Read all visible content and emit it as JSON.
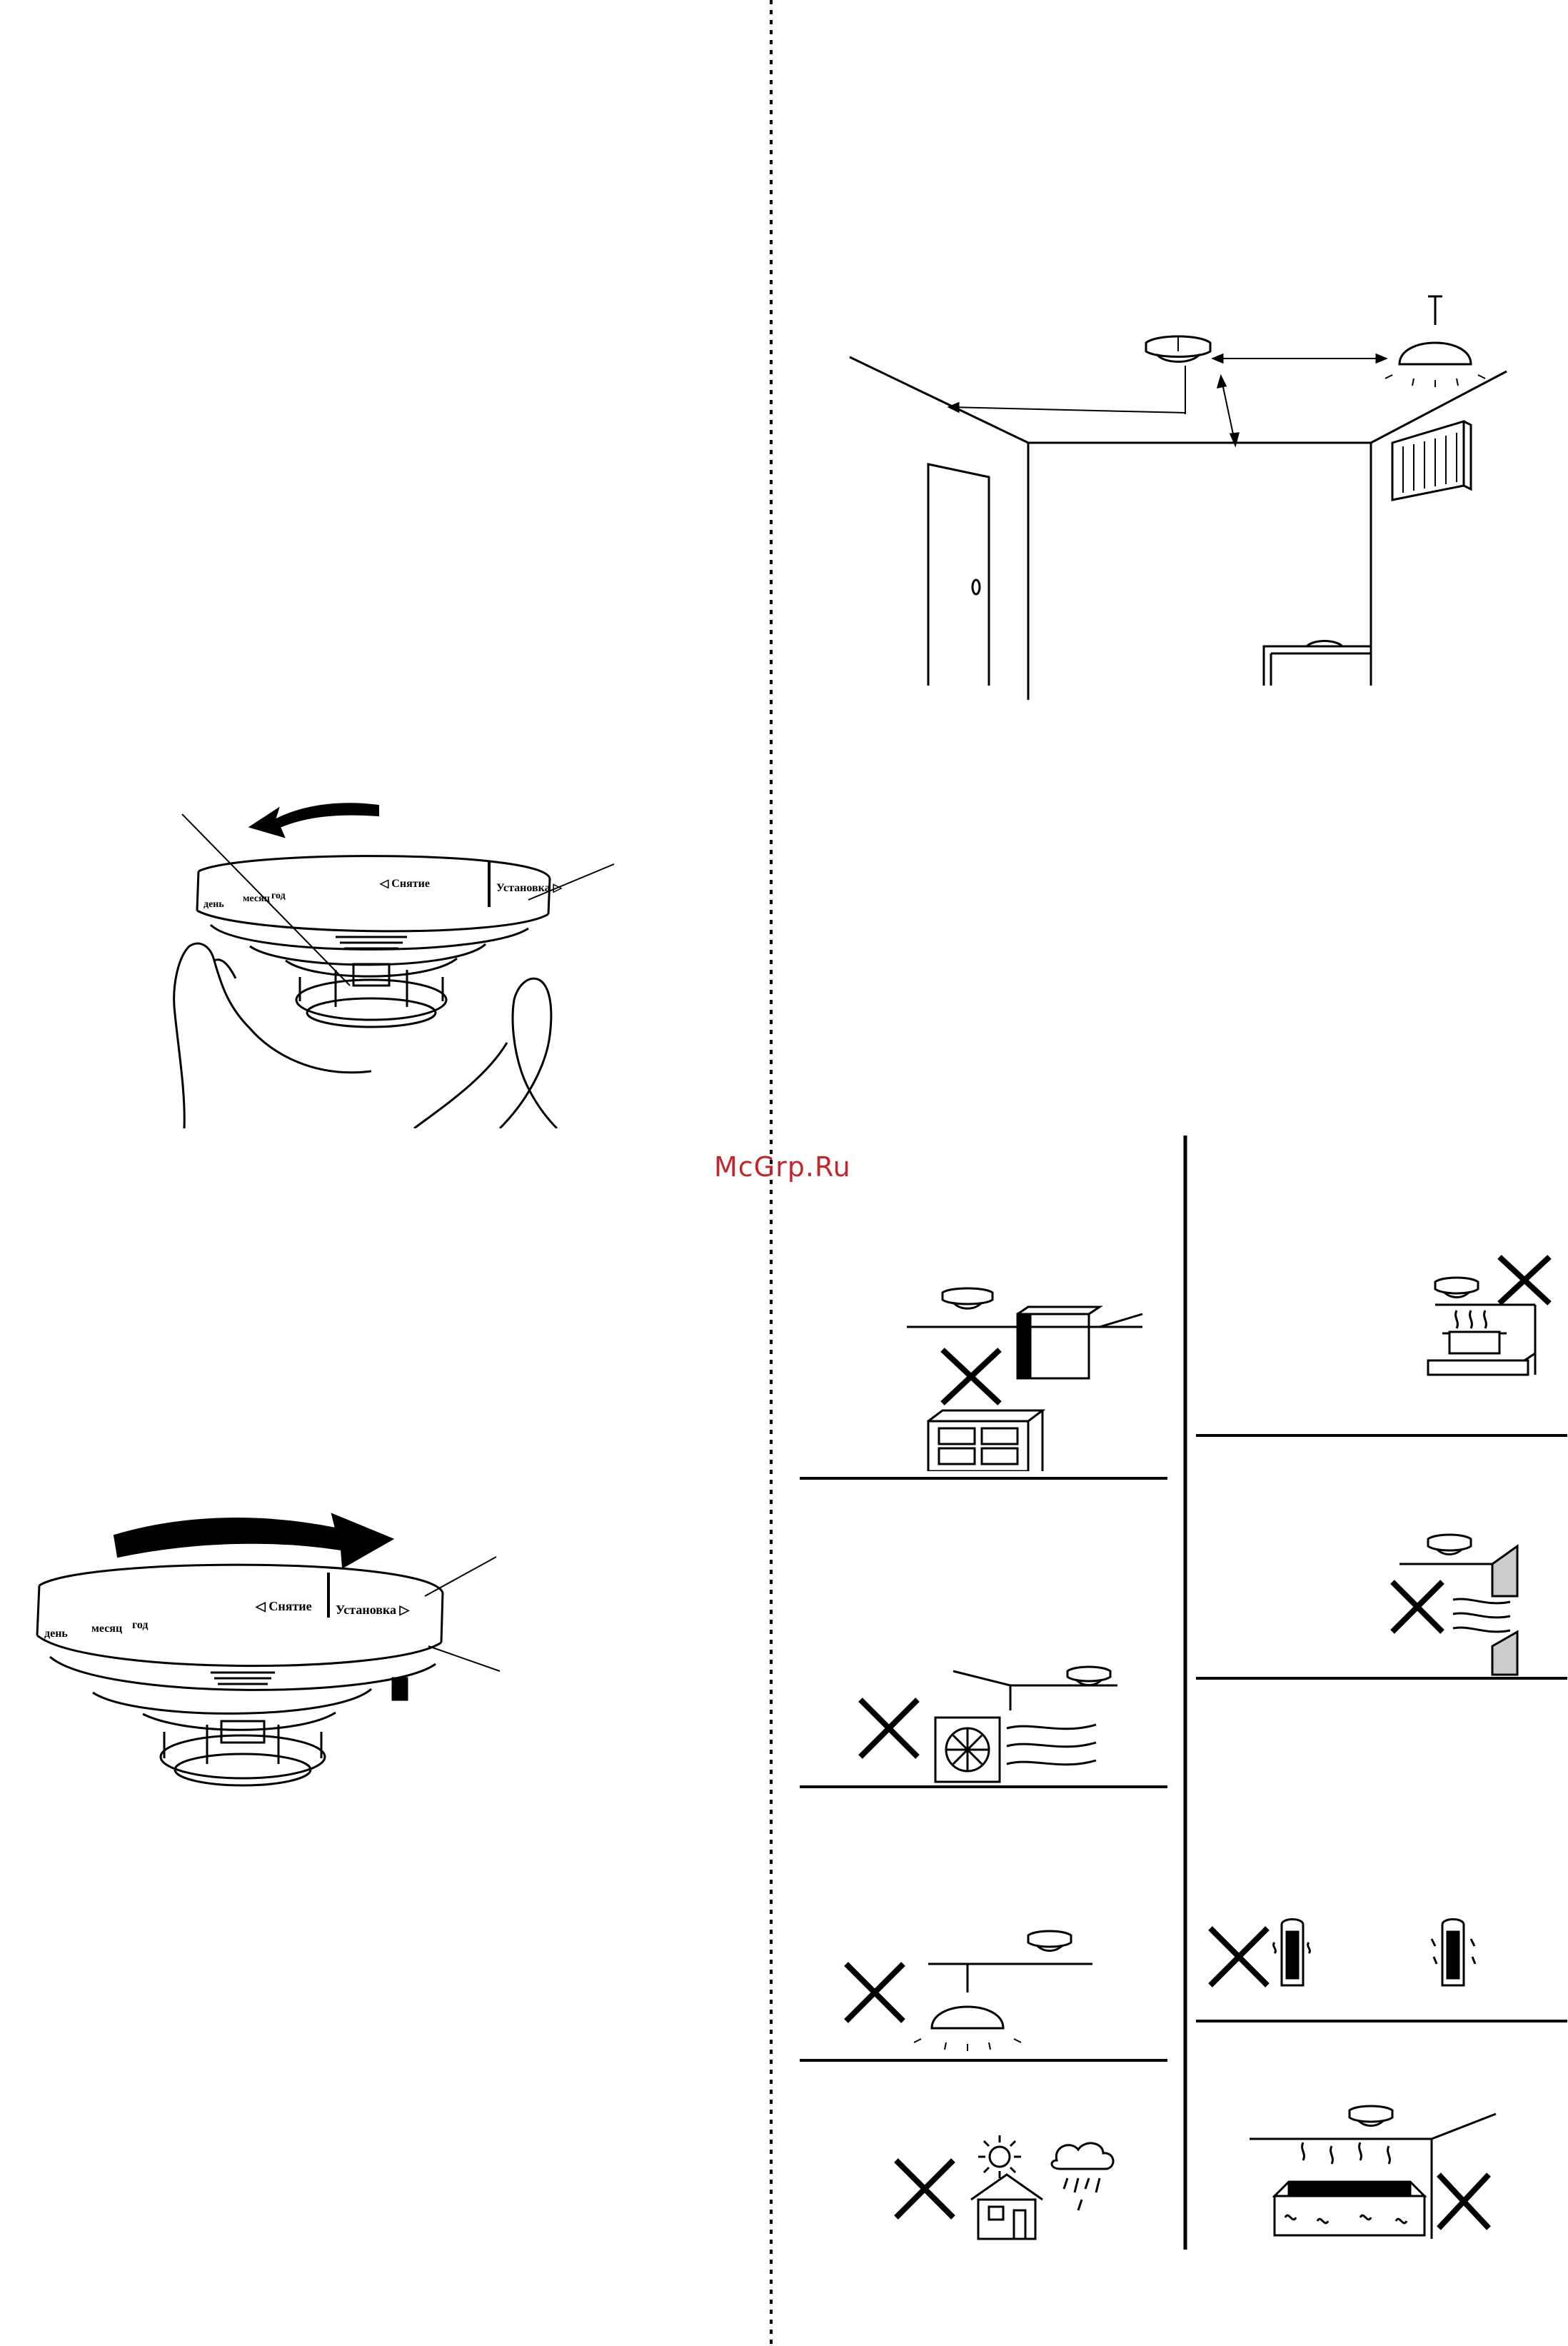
{
  "watermark": "McGrp.Ru",
  "detector_labels": {
    "removal": "◁ Снятие",
    "install": "Установка ▷",
    "day": "день",
    "month": "месяц",
    "year": "год"
  },
  "icons": {
    "rotation_arrow_ccw": "arrow-ccw-icon",
    "rotation_arrow_cw": "arrow-cw-icon",
    "prohibited": "x-mark-icon"
  }
}
